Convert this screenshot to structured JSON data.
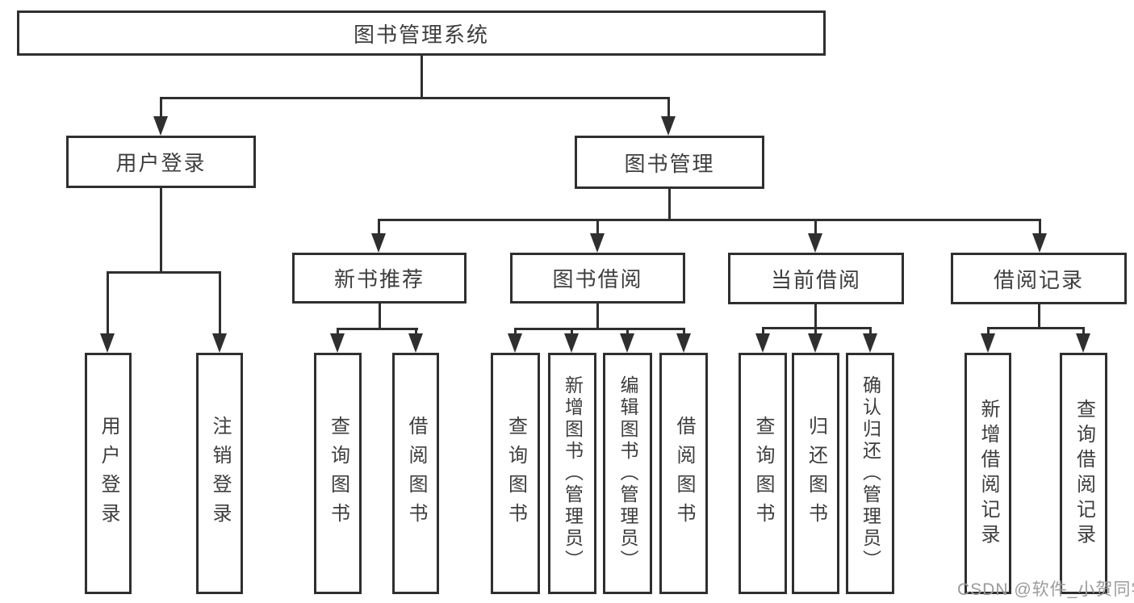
{
  "diagram": {
    "root": {
      "label": "图书管理系统"
    },
    "level1": [
      {
        "label": "用户登录"
      },
      {
        "label": "图书管理"
      }
    ],
    "level2": [
      {
        "label": "新书推荐"
      },
      {
        "label": "图书借阅"
      },
      {
        "label": "当前借阅"
      },
      {
        "label": "借阅记录"
      }
    ],
    "leaves": {
      "user_login": [
        {
          "label": "用户登录"
        },
        {
          "label": "注销登录"
        }
      ],
      "new_book": [
        {
          "label": "查询图书"
        },
        {
          "label": "借阅图书"
        }
      ],
      "book_borrow": [
        {
          "label": "查询图书"
        },
        {
          "label": "新增图书（管理员）"
        },
        {
          "label": "编辑图书（管理员）"
        },
        {
          "label": "借阅图书"
        }
      ],
      "current_borrow": [
        {
          "label": "查询图书"
        },
        {
          "label": "归还图书"
        },
        {
          "label": "确认归还（管理员）"
        }
      ],
      "borrow_record": [
        {
          "label": "新增借阅记录"
        },
        {
          "label": "查询借阅记录"
        }
      ]
    }
  },
  "watermark": {
    "text": "CSDN @软件_小贺同学"
  },
  "colors": {
    "line": "#2f2f2f",
    "text": "#3d3d3d",
    "watermark": "#9b9b9b",
    "background": "#ffffff"
  }
}
